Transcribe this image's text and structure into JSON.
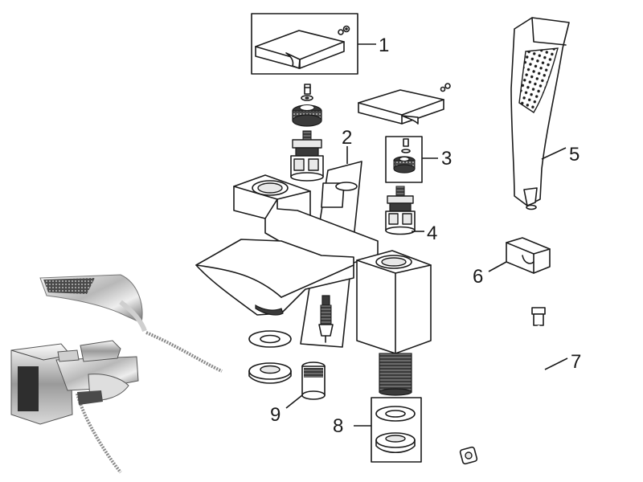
{
  "parts": [
    {
      "id": "1",
      "label": "1"
    },
    {
      "id": "2",
      "label": "2"
    },
    {
      "id": "3",
      "label": "3"
    },
    {
      "id": "4",
      "label": "4"
    },
    {
      "id": "5",
      "label": "5"
    },
    {
      "id": "6",
      "label": "6"
    },
    {
      "id": "7",
      "label": "7"
    },
    {
      "id": "8",
      "label": "8"
    },
    {
      "id": "9",
      "label": "9"
    }
  ],
  "colors": {
    "line": "#1a1a1a",
    "background": "#ffffff",
    "chrome_light": "#f4f4f4",
    "chrome_dark": "#5a5a5a"
  }
}
